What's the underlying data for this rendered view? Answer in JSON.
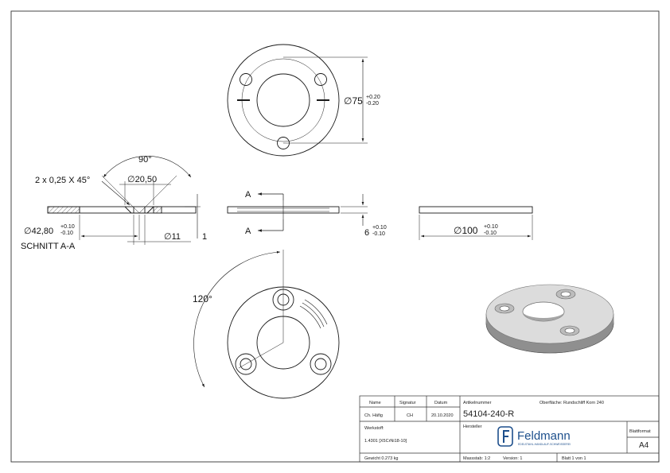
{
  "views": {
    "top": {
      "diameter_label": "∅75",
      "tol_plus": "+0.20",
      "tol_minus": "-0.20"
    },
    "section": {
      "angle_label": "90°",
      "chamfer_label": "2 x 0,25 X 45°",
      "inner_diameter_label": "∅20,50",
      "pitch_diameter_label": "∅42,80",
      "pitch_tol_plus": "+0.10",
      "pitch_tol_minus": "-0.10",
      "hole_diameter_label": "∅11",
      "countersink_depth_label": "1",
      "caption": "SCHNITT A-A"
    },
    "side": {
      "cut_marker": "A",
      "thickness_label": "6",
      "thickness_tol_plus": "+0.10",
      "thickness_tol_minus": "-0.10"
    },
    "edge": {
      "outer_diameter_label": "∅100",
      "tol_plus": "+0.10",
      "tol_minus": "-0.10"
    },
    "front": {
      "angle_label": "120°"
    }
  },
  "title_block": {
    "head_name": "Name",
    "head_signature": "Signatur",
    "head_date": "Datum",
    "drawer_name": "Ch. Häfig",
    "drawer_signature": "CH",
    "drawer_date": "20.10.2020",
    "article_label": "Artikelnummer",
    "article_number": "54104-240-R",
    "surface": "Oberfläche: Rundschliff Korn 240",
    "material_label": "Werkstoff:",
    "material_value": "1.4301 [X5CrNi18-10]",
    "manufacturer_label": "Hersteller",
    "brand_name": "Feldmann",
    "brand_tagline": "EDELSTAHL-HANDLAUF-SCHWEISSEREI",
    "sheet_format_label": "Blattformat",
    "sheet_format": "A4",
    "weight": "Gewicht 0.273 kg",
    "scale": "Massstab: 1:2",
    "version": "Version: 1",
    "sheet": "Blatt 1 von 1"
  },
  "colors": {
    "line": "#1a1a1a",
    "brand": "#1d4f8c",
    "plate_top": "#dcdcdc",
    "plate_edge": "#8f8f8f"
  }
}
